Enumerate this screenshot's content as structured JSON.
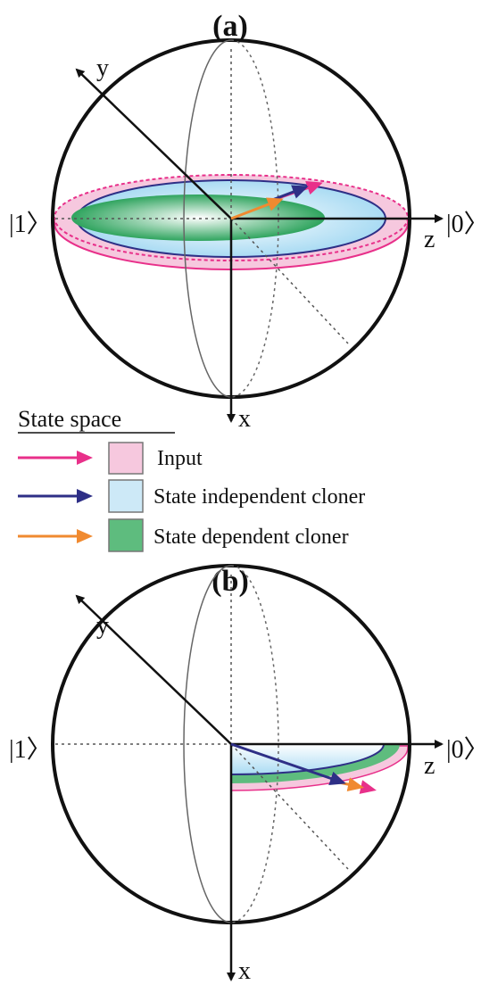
{
  "panel_a": {
    "label": "(a)",
    "axes": {
      "y": "y",
      "x": "x",
      "z": "z",
      "ket1": "|1〉",
      "ket0": "|0〉"
    }
  },
  "panel_b": {
    "label": "(b)",
    "axes": {
      "y": "y",
      "x": "x",
      "z": "z",
      "ket1": "|1〉",
      "ket0": "|0〉"
    }
  },
  "legend": {
    "title": "State space",
    "items": [
      {
        "label": "Input",
        "arrow_color": "#e8308a",
        "fill_color": "#f6c8de"
      },
      {
        "label": "State independent cloner",
        "arrow_color": "#2e2f86",
        "fill_color": "#bfe2f4"
      },
      {
        "label": "State dependent cloner",
        "arrow_color": "#f08a30",
        "fill_color": "#5ebc7e"
      }
    ]
  },
  "colors": {
    "input": "#e8308a",
    "independent": "#2e2f86",
    "dependent": "#f08a30",
    "sphere": "#111111"
  }
}
